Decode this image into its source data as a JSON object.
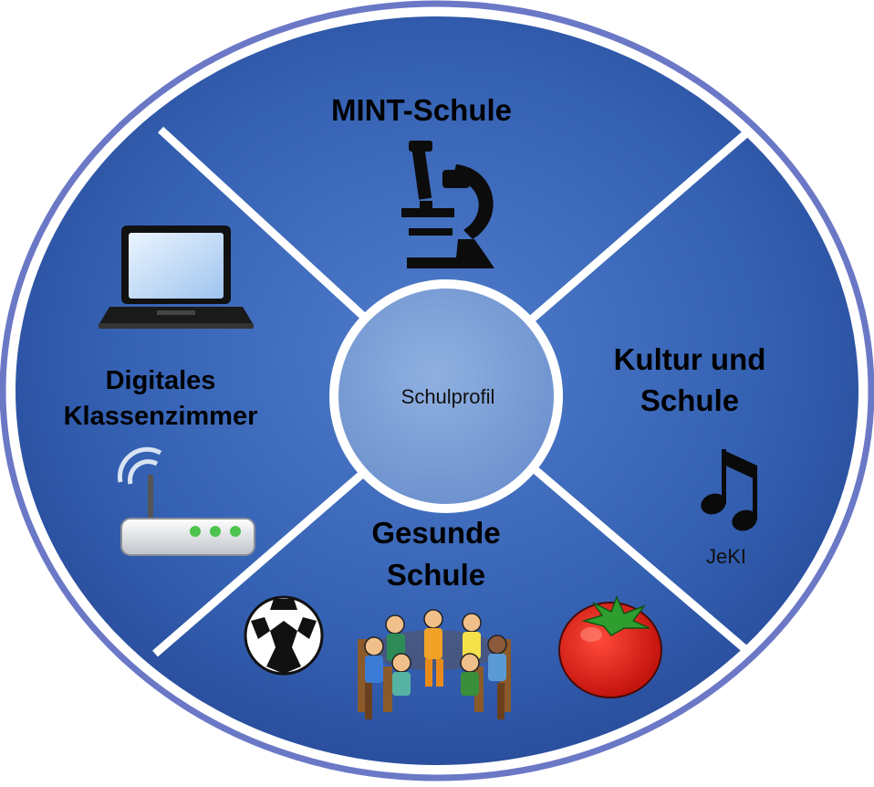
{
  "center": {
    "label": "Schulprofil"
  },
  "segments": {
    "top": {
      "title": "MINT-Schule",
      "icon": "microscope-icon"
    },
    "right": {
      "title_line1": "Kultur und",
      "title_line2": "Schule",
      "icon": "music-note-icon",
      "caption": "JeKI"
    },
    "bottom": {
      "title_line1": "Gesunde",
      "title_line2": "Schule",
      "icons": [
        "soccer-ball-icon",
        "people-circle-icon",
        "tomato-icon"
      ]
    },
    "left": {
      "title_line1": "Digitales",
      "title_line2": "Klassenzimmer",
      "icons": [
        "laptop-icon",
        "wifi-router-icon"
      ]
    }
  },
  "colors": {
    "ring_outer": "#6a78c6",
    "disc_outer": "#2f57a8",
    "disc_inner": "#4a74c2",
    "center_fill": "#7fa1d7",
    "divider": "#ffffff"
  }
}
